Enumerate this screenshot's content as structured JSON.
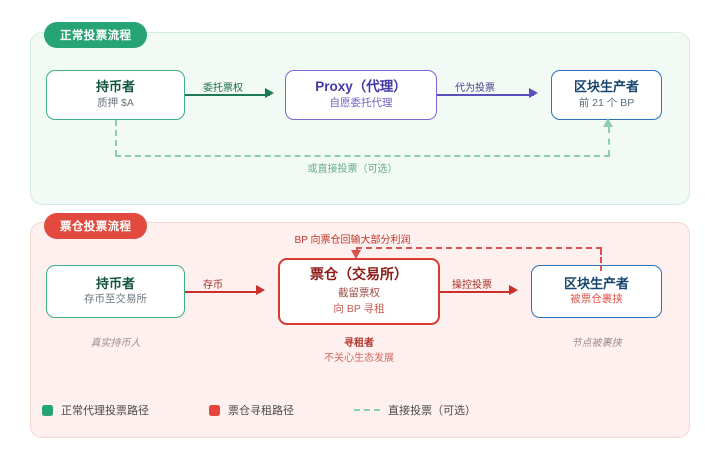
{
  "panels": {
    "normal": {
      "badge": "正常投票流程",
      "accent": "#27a476",
      "nodes": {
        "holder": {
          "title": "持币者",
          "sub": "质押 $A"
        },
        "proxy": {
          "title": "Proxy（代理）",
          "sub": "自愿委托代理"
        },
        "bp": {
          "title": "区块生产者",
          "sub": "前 21 个 BP"
        }
      },
      "edges": {
        "delegate": "委托票权",
        "vote_on_behalf": "代为投票",
        "direct_vote": "或直接投票（可选）"
      }
    },
    "votefarm": {
      "badge": "票仓投票流程",
      "accent": "#e24a3f",
      "nodes": {
        "holder": {
          "title": "持币者",
          "sub": "存币至交易所"
        },
        "farm": {
          "title": "票仓（交易所）",
          "sub": "截留票权",
          "sub2": "向 BP 寻租"
        },
        "bp": {
          "title": "区块生产者",
          "sub": "被票仓裹挟"
        }
      },
      "edges": {
        "deposit": "存币",
        "manipulate": "操控投票",
        "kickback": "BP 向票仓回输大部分利润"
      },
      "captions": {
        "left": "真实持币人",
        "mid_title": "寻租者",
        "mid_sub": "不关心生态发展",
        "right": "节点被裹挟"
      }
    }
  },
  "legend": {
    "items": [
      {
        "label": "正常代理投票路径",
        "color": "#27a476",
        "style": "solid"
      },
      {
        "label": "票仓寻租路径",
        "color": "#e8463c",
        "style": "solid"
      },
      {
        "label": "直接投票（可选）",
        "color": "#8dcdb1",
        "style": "dashed"
      }
    ]
  }
}
